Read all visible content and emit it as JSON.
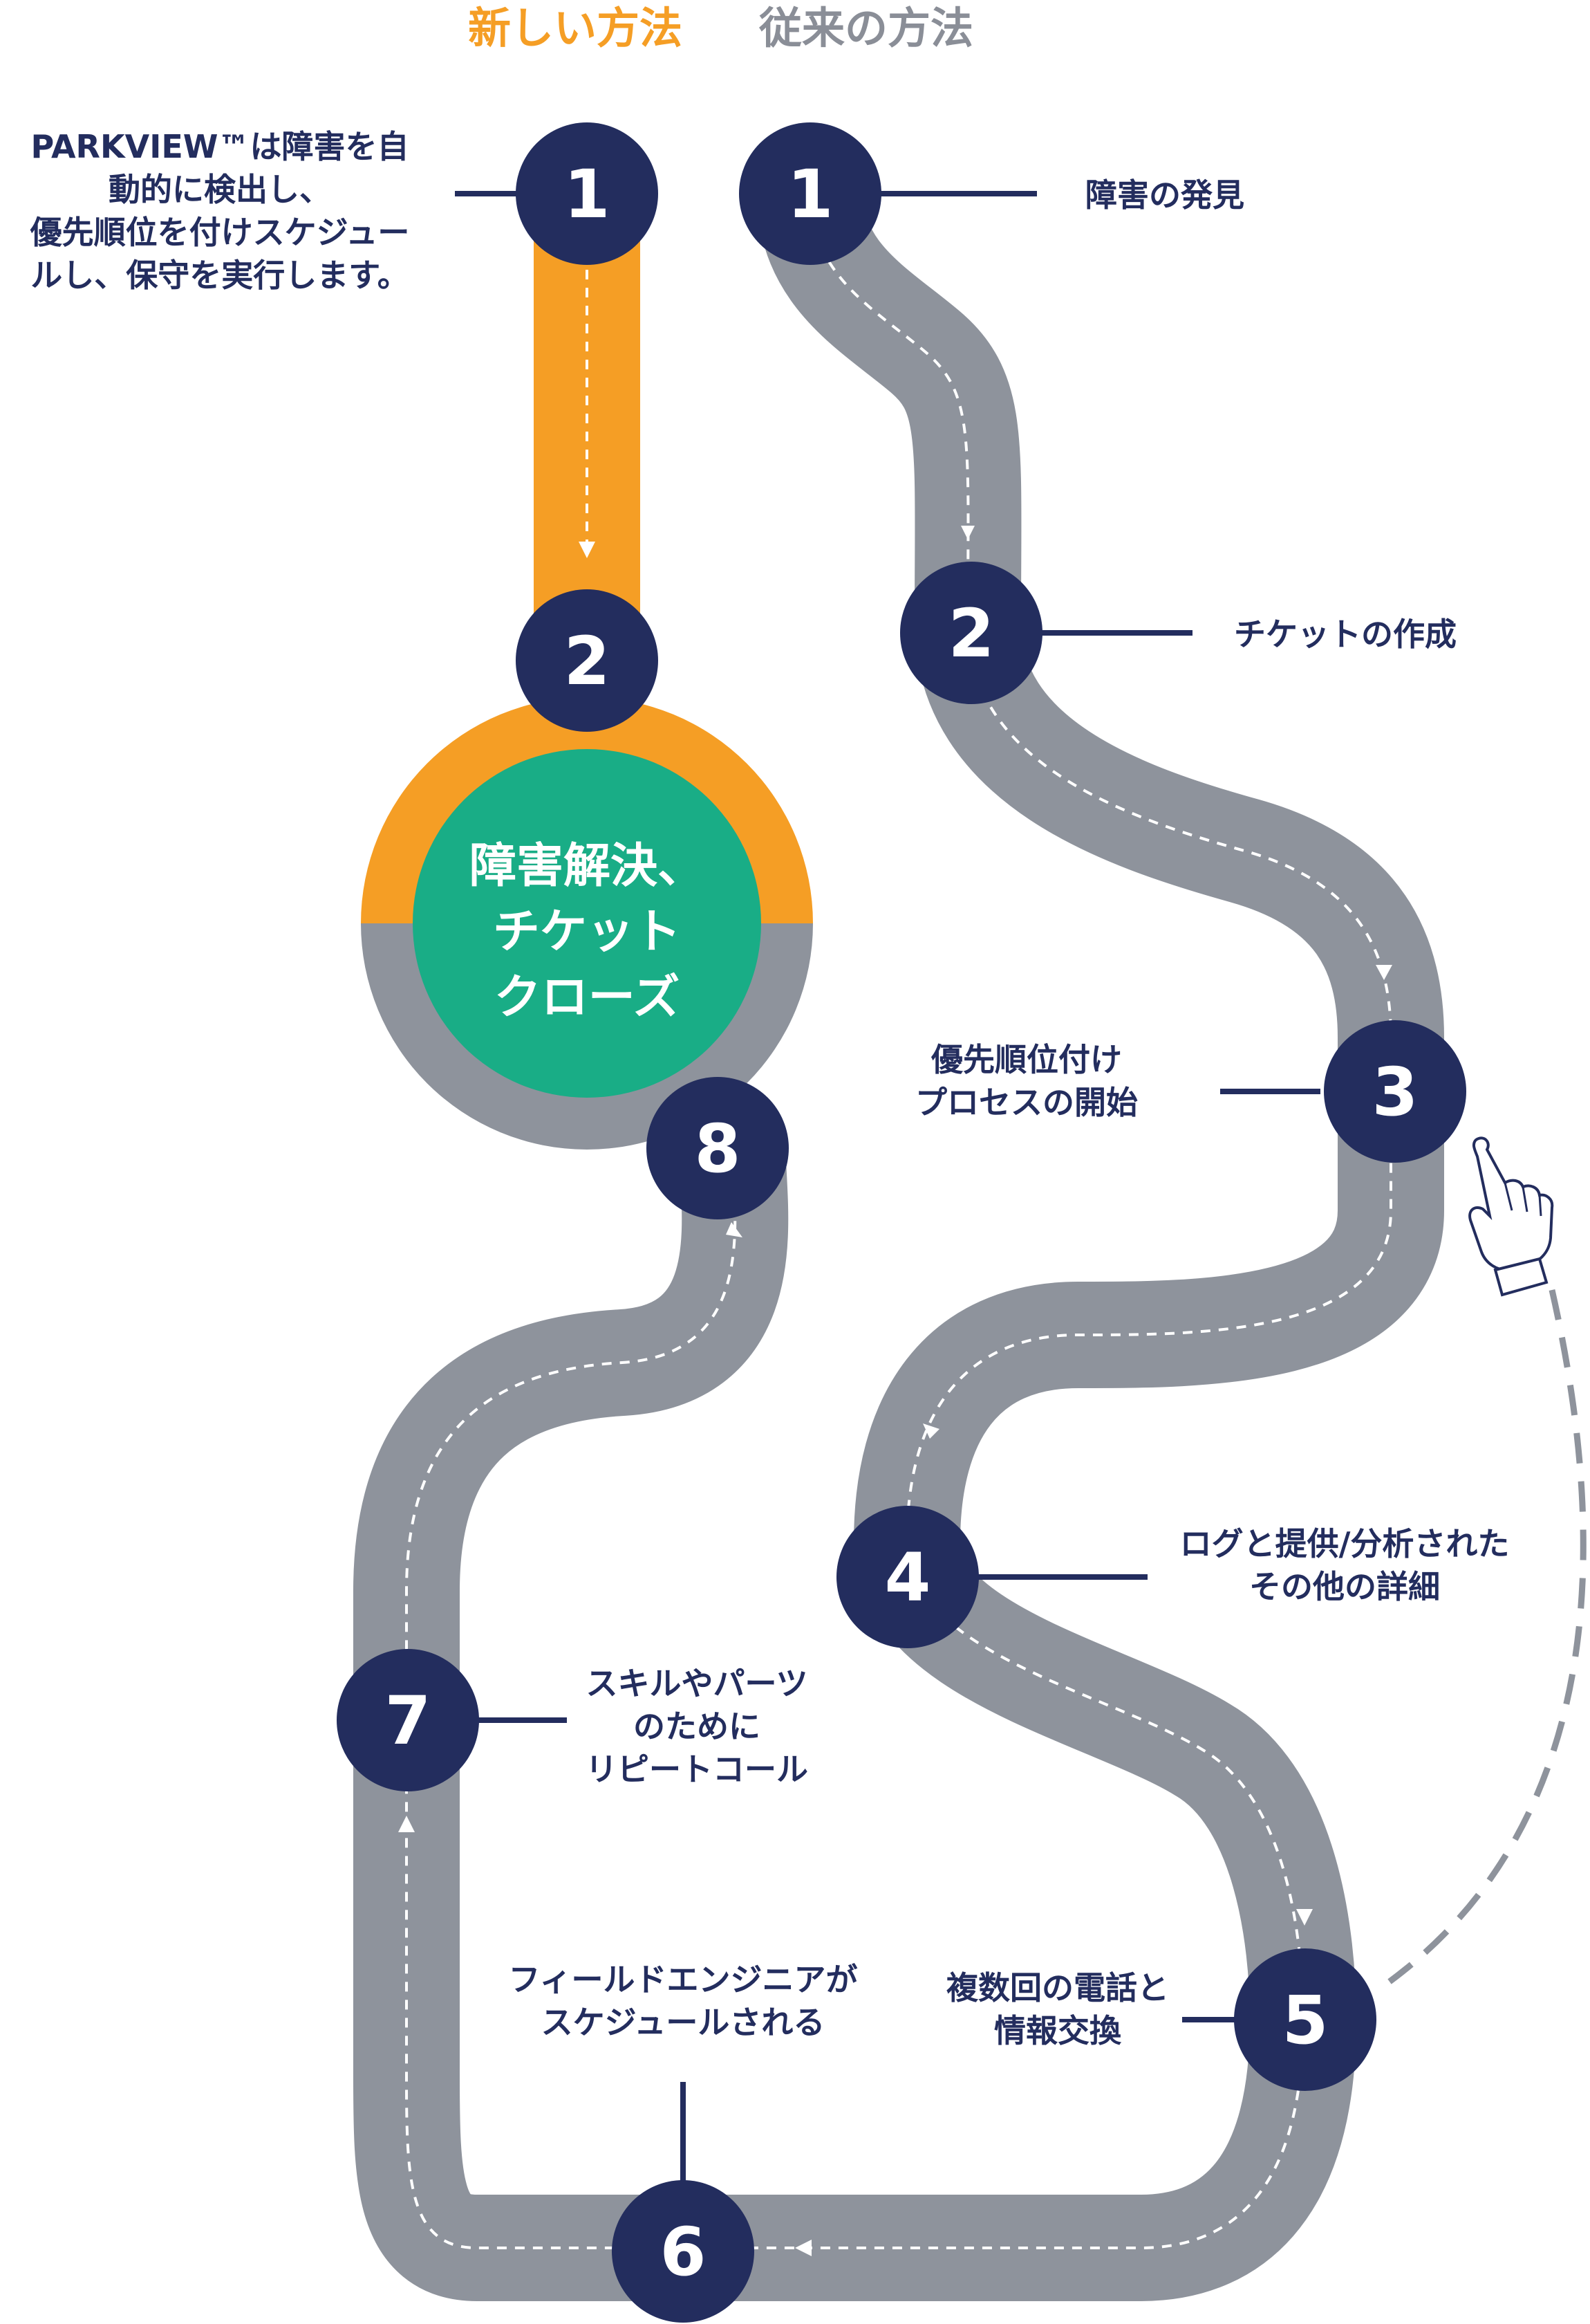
{
  "colors": {
    "navy": "#232d5e",
    "orange": "#f59e25",
    "road": "#8e939c",
    "green": "#19ad86",
    "white": "#ffffff",
    "gray_text": "#8a8e97"
  },
  "headers": {
    "new_method": "新しい方法",
    "old_method": "従来の方法"
  },
  "new_method": {
    "step1_number": "1",
    "step1_label": [
      "PARKVIEW™は障害を自",
      "動的に検出し、",
      "優先順位を付けスケジュー",
      "ルし、保守を実行します。"
    ],
    "step2_number": "2"
  },
  "center_circle": {
    "lines": [
      "障害解決、",
      "チケット",
      "クローズ"
    ]
  },
  "old_method": {
    "steps": [
      {
        "number": "1",
        "label": [
          "障害の発見"
        ]
      },
      {
        "number": "2",
        "label": [
          "チケットの作成"
        ]
      },
      {
        "number": "3",
        "label": [
          "優先順位付け",
          "プロセスの開始"
        ]
      },
      {
        "number": "4",
        "label": [
          "ログと提供/分析された",
          "その他の詳細"
        ]
      },
      {
        "number": "5",
        "label": [
          "複数回の電話と",
          "情報交換"
        ]
      },
      {
        "number": "6",
        "label": [
          "フィールドエンジニアが",
          "スケジュールされる"
        ]
      },
      {
        "number": "7",
        "label": [
          "スキルやパーツ",
          "のために",
          "リピートコール"
        ]
      },
      {
        "number": "8",
        "label": []
      }
    ]
  },
  "icons": {
    "pointer": "pointing-hand-icon"
  }
}
